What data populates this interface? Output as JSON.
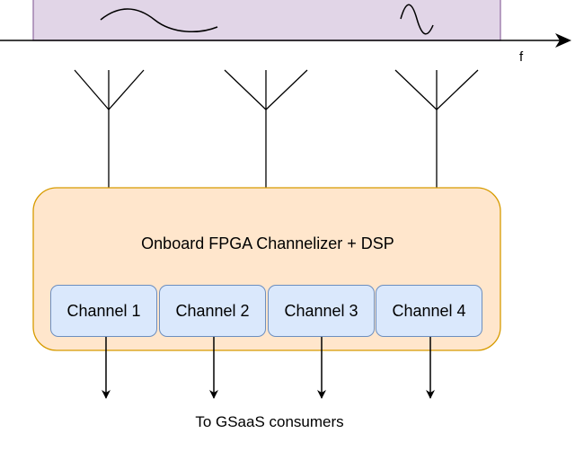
{
  "diagram": {
    "axis_label": "f",
    "fpga_title": "Onboard FPGA Channelizer + DSP",
    "channels": [
      {
        "label": "Channel 1"
      },
      {
        "label": "Channel 2"
      },
      {
        "label": "Channel 3"
      },
      {
        "label": "Channel 4"
      }
    ],
    "caption": "To GSaaS consumers"
  },
  "colors": {
    "spectrum_fill": "#e1d5e7",
    "spectrum_stroke": "#9673a6",
    "fpga_fill": "#ffe6cc",
    "fpga_stroke": "#d79b00",
    "channel_fill": "#dae8fc",
    "channel_stroke": "#6c8ebf",
    "line": "#000000"
  }
}
